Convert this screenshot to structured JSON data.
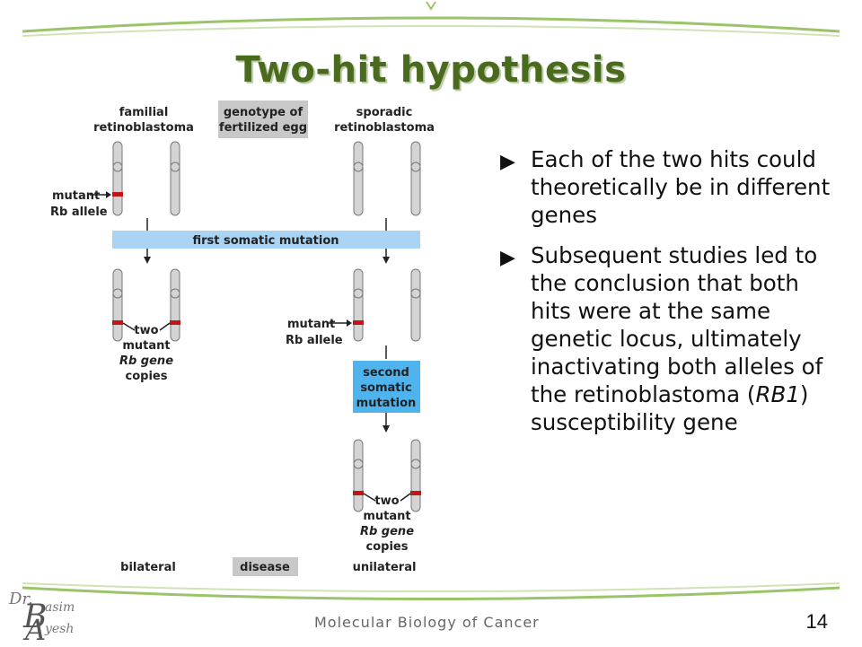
{
  "slide": {
    "title": "Two-hit hypothesis",
    "page_number": "14",
    "footer": "Molecular Biology of Cancer",
    "logo": {
      "dr": "Dr.",
      "first_initial": "B",
      "first_rest": "asim",
      "last_initial": "A",
      "last_rest": "yesh"
    }
  },
  "bullets": [
    {
      "text": "Each of the two hits could theoretically be in different genes"
    },
    {
      "text_before": "Subsequent studies led to the conclusion that both hits were at the same genetic locus, ultimately inactivating both alleles of the retinoblastoma (",
      "italic": "RB1",
      "text_after": ") susceptibility gene"
    }
  ],
  "diagram": {
    "familial_label": [
      "familial",
      "retinoblastoma"
    ],
    "genotype_label": [
      "genotype of",
      "fertilized egg"
    ],
    "sporadic_label": [
      "sporadic",
      "retinoblastoma"
    ],
    "mutant_allele_label": [
      "mutant",
      "Rb allele"
    ],
    "first_mutation": "first somatic mutation",
    "second_mutation": [
      "second",
      "somatic",
      "mutation"
    ],
    "two_mutant_copies": [
      "two",
      "mutant",
      "Rb gene",
      "copies"
    ],
    "bilateral": "bilateral",
    "disease": "disease",
    "unilateral": "unilateral"
  },
  "colors": {
    "title": "#4a6b1e",
    "deco_green": "#9bc46a",
    "first_mutation_band": "#a9d4f3",
    "second_mutation_box": "#4fb3ee",
    "gray_box": "#c8c8c8",
    "chromosome": "#d4d4d4",
    "mutation_mark": "#c0151b"
  },
  "icons": [
    "bullet-arrow-icon"
  ]
}
